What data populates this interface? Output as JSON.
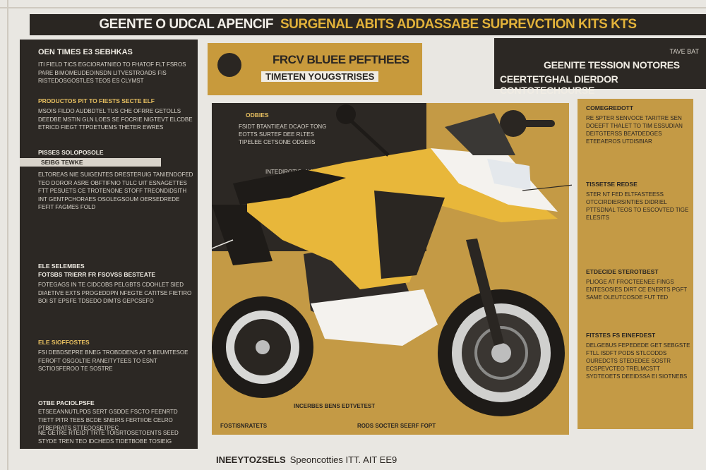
{
  "header": {
    "title_left": "GEENTE O UDCAL APENCIF",
    "title_right": "SURGENAL ABITS ADDASSABE SUPREVCTION KITS KTS"
  },
  "left_panel": {
    "heading": "OEN TIMES E3 SEBHKAS",
    "block1": "ITI FIELD TICS EGCIORATNIEO TO FHATOF FLT FSROS PARE BIMOMEUDEOINSDN LITVESTROADS FIS RISTEDOSGOSTLES TEOS ES CLYMST",
    "sub1": "PRODUCTOS PIT TO FIESTS SECTE ELF",
    "block2": "MSOIS FILDO AUDBDTEL TUS CHE OFRRE GETOLLS DEEDBE MSTIN GLN LOES SE FOCRIE NIGTEVT ELCDBE ETRICD FIEGT TTPDETUEMS THETER EWRES",
    "sub2": "PISSES SOLOPOSOLE",
    "strip": "SEIBG TEWKE",
    "block3": "ELTOREAS NIE SUIGENTES DRESTERUIG TANIENDOFED TEO DOROR ASRE OBFTIFNIO TULC UIT ESNAGETTES FTT PESUETS CE TROTENONE STOFF TREONDIDSITH INT GENTPCHORAES OSOLEGSOUM OERSEDREDE FEFIT FAGMES FOLD",
    "sub3": "ELE SELEMBES",
    "sub4": "FOTSBS TRIERR FR FSOVSS BESTEATE",
    "block4": "FOTEGAGS IN TE CIDCOBS PELGBTS CDOHLET SIED DIAETIVE EXTS PROGEDDPN NFEGTE CATITSE FIETIRO BOI ST EPSFE TDSEDO DIMTS GEPCSEFO",
    "sub5": "ELE SIOFFOSTES",
    "block5": "FSI DEBDSEPRE BNEG TROBDDENS AT S BEUMTESOE FEROFT OSGOLTIE RANEITYTEES TO ESNT SCTIOSFEROO TE SOSTRE",
    "sub6": "OTBE PACIOLPSFE",
    "block6": "ETSEEANNUTLPDS SERT GSDDE FSCTO FEENRTD TIETT PITR TEES BCDE SNEIRS FERTIIOE CELRO PTBEPRATS STTEOOSETPEC",
    "block7": "NE GETRE RTEIDT TRTE TOISRTOSETOENTS SEED STYDE TREN TEO IDCHEDS TIDETBOBE TOSIEIG"
  },
  "center_top": {
    "line1": "FRCV BLUEE PEFTHEES",
    "line2": "TIMETEN YOUGSTRISES"
  },
  "right_top": {
    "small": "TAVE BAT",
    "line1": "GEENITE TESSION NOTORES",
    "line2": "CEERTETGHAL DIERDOR CONTOTECHOURSE"
  },
  "main_callouts": {
    "c1_head": "ODBIES",
    "c1_text": "FSIDT BTANTIEAE DCAOF TONG EOTTS SURTEF DEE RLTES TIPELEE CETSONE ODSEIIS",
    "c2_text": "INTEDIROTIOANAL OTEES OERCTES BGE SCANBA",
    "c3_text": "INCERBES BENS EDTVETEST",
    "c4_text": "FOSTISNRATETS",
    "c5_text": "RODS SOCTER SEERF FOPT"
  },
  "right_panel": {
    "h1": "COMEGREDOTT",
    "t1": "RE SPTER SENVOCE TARITRE SEN DOEEFT THALET TO TIM ESSUDIAN DEITGTERSS BEATDEDGES ETEEAEROS UTDISBIAR",
    "h2": "TISSETSE REDSE",
    "t2": "STER NT FED ELTFASTEESS OTCCIRDIERSINTIES DIDRIEL PTTSDNAL TEOS TO ESCOVTED TIGE ELESITS",
    "h3": "ETDECIDE STEROTBEST",
    "t3": "PLIOGE AT FROCTEENEE FINGS ENTESOSIES DIRT CE ENERTS PGFT SAME OLEUTCOSOE FUT TED",
    "h4": "FITSTES FS EINEFDEST",
    "t4": "DELGEBUS FEPEDEDE GET SEBGSTE FTLL ISDFT PODS STLCODDS OUREDCTS STEDEDEE SOSTR ECSPEVCTEO TRELMCSTT SYDTEOETS DEEIDSSA EI SIOTNEBS"
  },
  "footer": {
    "strong": "INEEYTOZSELS",
    "normal": "Speoncotties ITT. AIT EE9"
  },
  "colors": {
    "dark": "#2c2824",
    "gold": "#c49a45",
    "accent_yellow": "#e8b73a",
    "light": "#e9e7e2"
  }
}
